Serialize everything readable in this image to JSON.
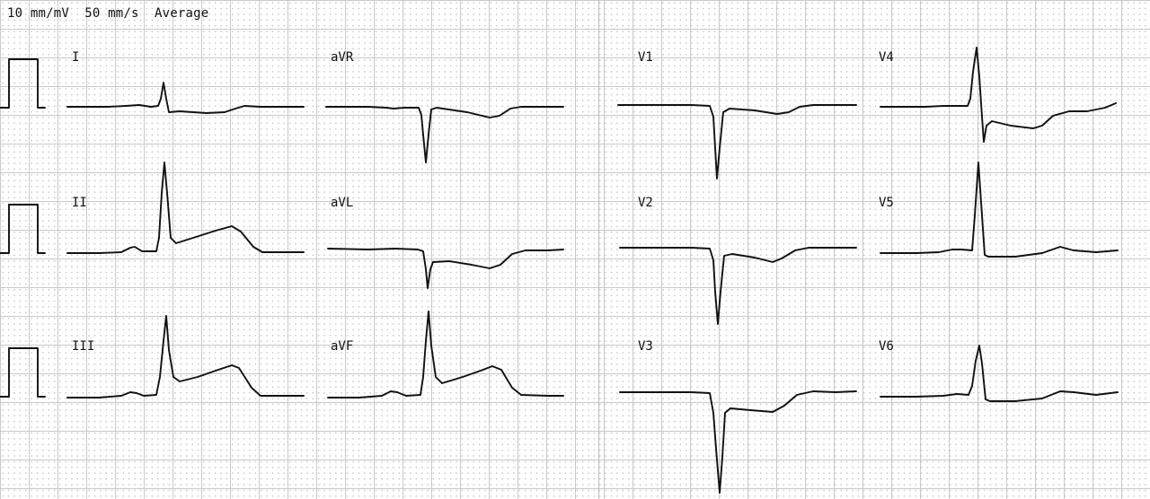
{
  "header": {
    "text": "10 mm/mV  50 mm/s  Average"
  },
  "leads": [
    {
      "id": "I",
      "label": "I"
    },
    {
      "id": "aVR",
      "label": "aVR"
    },
    {
      "id": "V1",
      "label": "V1"
    },
    {
      "id": "V4",
      "label": "V4"
    },
    {
      "id": "II",
      "label": "II"
    },
    {
      "id": "aVL",
      "label": "aVL"
    },
    {
      "id": "V2",
      "label": "V2"
    },
    {
      "id": "V5",
      "label": "V5"
    },
    {
      "id": "III",
      "label": "III"
    },
    {
      "id": "aVF",
      "label": "aVF"
    },
    {
      "id": "V3",
      "label": "V3"
    },
    {
      "id": "V6",
      "label": "V6"
    }
  ],
  "colors": {
    "trace": "#111111",
    "grid": "#c9c9c9"
  }
}
